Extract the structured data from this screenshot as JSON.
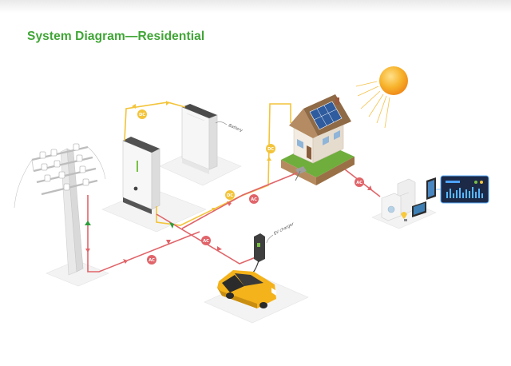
{
  "title": "System Diagram—Residential",
  "labels": {
    "battery": "Battery",
    "ev_charger": "EV charger"
  },
  "badges": {
    "dc": "DC",
    "ac": "AC"
  },
  "colors": {
    "title": "#3fa535",
    "dc_line": "#f3c43a",
    "ac_line": "#e06469",
    "arrow_green": "#2e9e3c",
    "sun": "#f7b32b",
    "car": "#f4b21b",
    "grass": "#7bc043"
  }
}
